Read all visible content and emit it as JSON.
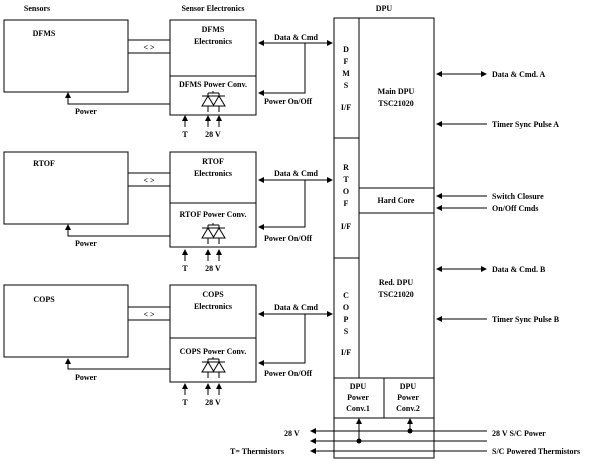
{
  "headers": {
    "sensors": "Sensors",
    "sensor_electronics": "Sensor Electronics",
    "dpu": "DPU"
  },
  "channels": [
    {
      "sensor": "DFMS",
      "electronics_line1": "DFMS",
      "electronics_line2": "Electronics",
      "power_conv": "DFMS Power Conv.",
      "if_letters": [
        "D",
        "F",
        "M",
        "S"
      ],
      "if_label": "I/F"
    },
    {
      "sensor": "RTOF",
      "electronics_line1": "RTOF",
      "electronics_line2": "Electronics",
      "power_conv": "RTOF Power Conv.",
      "if_letters": [
        "R",
        "T",
        "O",
        "F"
      ],
      "if_label": "I/F"
    },
    {
      "sensor": "COPS",
      "electronics_line1": "COPS",
      "electronics_line2": "Electronics",
      "power_conv": "COPS Power Conv.",
      "if_letters": [
        "C",
        "O",
        "P",
        "S"
      ],
      "if_label": "I/F"
    }
  ],
  "common": {
    "serial_link": "< >",
    "power": "Power",
    "data_cmd": "Data & Cmd",
    "power_onoff": "Power On/Off",
    "t": "T",
    "v28": "28 V"
  },
  "dpu": {
    "main_line1": "Main DPU",
    "main_line2": "TSC21020",
    "hard_core": "Hard Core",
    "red_line1": "Red. DPU",
    "red_line2": "TSC21020",
    "pc1_line1": "DPU",
    "pc1_line2": "Power",
    "pc1_line3": "Conv.1",
    "pc2_line1": "DPU",
    "pc2_line2": "Power",
    "pc2_line3": "Conv.2"
  },
  "external": {
    "data_cmd_a": "Data & Cmd. A",
    "timer_sync_a": "Timer Sync Pulse A",
    "switch_closure": "Switch Closure",
    "onoff_cmds": "On/Off Cmds",
    "data_cmd_b": "Data & Cmd. B",
    "timer_sync_b": "Timer Sync Pulse B",
    "sc_power": "28 V S/C Power",
    "sc_thermistors": "S/C Powered Thermistors",
    "v28_out": "28 V",
    "thermistors_out": "T= Thermistors"
  }
}
